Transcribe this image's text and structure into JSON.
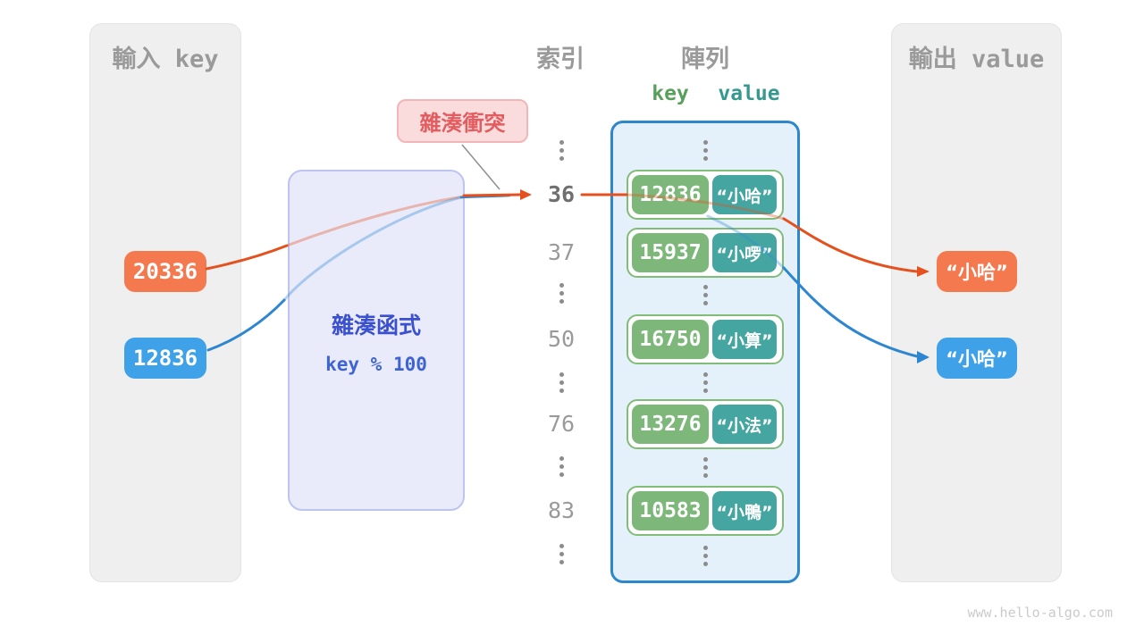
{
  "titles": {
    "input": "輸入 key",
    "index": "索引",
    "array": "陣列",
    "output": "輸出 value"
  },
  "array_header": {
    "key": "key",
    "value": "value"
  },
  "inputs": [
    {
      "value": "20336"
    },
    {
      "value": "12836"
    }
  ],
  "hash_function": {
    "name": "雜湊函式",
    "formula": "key % 100"
  },
  "collision": {
    "label": "雜湊衝突"
  },
  "indices": [
    "36",
    "37",
    "50",
    "76",
    "83"
  ],
  "buckets": [
    {
      "key": "12836",
      "value": "“小哈”"
    },
    {
      "key": "15937",
      "value": "“小啰”"
    },
    {
      "key": "16750",
      "value": "“小算”"
    },
    {
      "key": "13276",
      "value": "“小法”"
    },
    {
      "key": "10583",
      "value": "“小鴨”"
    }
  ],
  "outputs": [
    {
      "value": "“小哈”"
    },
    {
      "value": "“小哈”"
    }
  ],
  "watermark": "www.hello-algo.com",
  "colors": {
    "arrow_orange": "#E4511E",
    "arrow_blue": "#2E86D0",
    "box_orange": "#F4794F",
    "box_blue": "#3FA2E9",
    "key_green": "#7DB77A",
    "value_teal": "#45A6A1",
    "panel_gray": "#EFEFEF",
    "array_fill": "#E5F1FA",
    "array_border": "#2C87CD",
    "hash_fill": "#E9EBFA",
    "hash_border": "#BDC4F0",
    "hash_text": "#3A50CF",
    "collision_fill": "#FADCDD",
    "collision_text": "#E35D60",
    "header_gray": "#9A9A9A",
    "pointer_gray": "#909090"
  }
}
